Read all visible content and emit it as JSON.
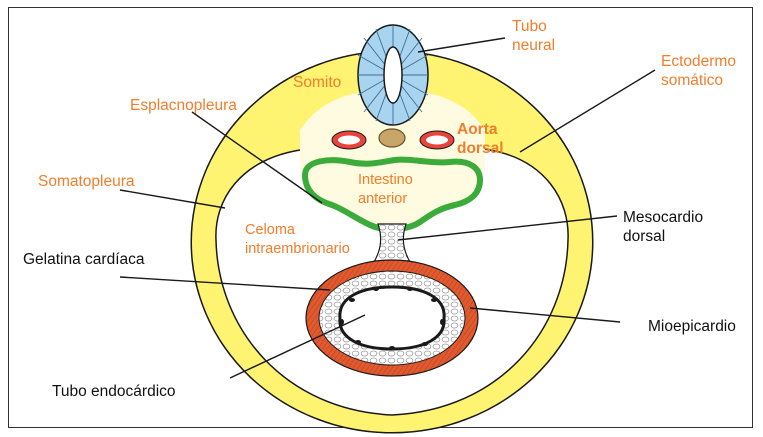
{
  "labels": {
    "tubo_neural": [
      "Tubo",
      "neural"
    ],
    "ectodermo": [
      "Ectodermo",
      "somático"
    ],
    "somito": "Somito",
    "esplacnopleura": "Esplacnopleura",
    "aorta": [
      "Aorta",
      "dorsal"
    ],
    "somatopleura": "Somatopleura",
    "intestino": [
      "Intestino",
      "anterior"
    ],
    "mesocardio": [
      "Mesocardio",
      "dorsal"
    ],
    "celoma": [
      "Celoma",
      "intraembrionario"
    ],
    "gelatina": "Gelatina cardíaca",
    "mioepicardio": "Mioepicardio",
    "tubo_endocardico": "Tubo endocárdico"
  },
  "colors": {
    "mesoderm_yellow": "#fff372",
    "body_outline": "#1a1a1a",
    "neural_blue": "#a9d4ef",
    "aorta_red": "#e8443a",
    "gut_green": "#3bab3a",
    "myocardium": "#e0592f",
    "gelatin": "#d8d8d8",
    "label_orange": "#f27d2a"
  }
}
